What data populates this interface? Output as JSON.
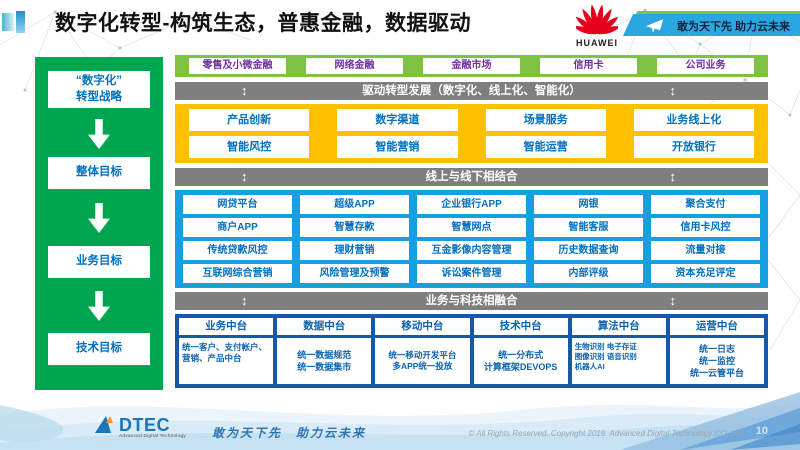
{
  "header": {
    "title": "数字化转型-构筑生态，普惠金融，数据驱动",
    "huawei_wordmark": "HUAWEI",
    "banner_tagline": "敢为天下先 助力云未来"
  },
  "sidebar": {
    "items": [
      "“数字化”\n转型战略",
      "整体目标",
      "业务目标",
      "技术目标"
    ]
  },
  "main": {
    "business_lines": [
      "零售及小微金融",
      "网络金融",
      "金融市场",
      "信用卡",
      "公司业务"
    ],
    "banner_drive": "驱动转型发展（数字化、线上化、智能化）",
    "capability_rows": [
      [
        "产品创新",
        "数字渠道",
        "场景服务",
        "业务线上化"
      ],
      [
        "智能风控",
        "智能营销",
        "智能运营",
        "开放银行"
      ]
    ],
    "banner_online": "线上与线下相结合",
    "scenario_rows": [
      [
        "网贷平台",
        "超级APP",
        "企业银行APP",
        "网银",
        "聚合支付"
      ],
      [
        "商户APP",
        "智慧存款",
        "智慧网点",
        "智能客服",
        "信用卡风控"
      ],
      [
        "传统贷款风控",
        "理财营销",
        "互金影像内容管理",
        "历史数据查询",
        "流量对接"
      ],
      [
        "互联网综合营销",
        "风险管理及预警",
        "诉讼案件管理",
        "内部评级",
        "资本充足评定"
      ]
    ],
    "banner_fusion": "业务与科技相融合",
    "platforms": [
      {
        "title": "业务中台",
        "detail": "统一客户、支付帐户、营销、产品中台"
      },
      {
        "title": "数据中台",
        "detail": "统一数据规范\n统一数据集市"
      },
      {
        "title": "移动中台",
        "detail": "统一移动开发平台\n多APP统一投放"
      },
      {
        "title": "技术中台",
        "detail": "统一分布式\n计算框架DEVOPS"
      },
      {
        "title": "算法中台",
        "detail": "生物识别 电子存证\n图像识别 语音识别\n机器人AI"
      },
      {
        "title": "运营中台",
        "detail": "统一日志\n统一监控\n统一云管平台"
      }
    ]
  },
  "footer": {
    "logo_name": "DTEC",
    "logo_sub": "Advanced Digital Technology",
    "tagline": "敢为天下先　助力云未来",
    "copyright": "© All Rights Reserved. Copyright 2019. Advanced Digital Technology CO.,Ltd",
    "page_number": "10"
  },
  "colors": {
    "sidebar_green": "#00A64F",
    "row_green": "#7FC241",
    "banner_gray": "#7F7F7F",
    "capability_yellow": "#FFC000",
    "scenario_blue": "#189FE1",
    "tech_dark_blue": "#1659A8",
    "box_text_blue": "#0070C0",
    "business_line_purple": "#7030A0",
    "huawei_red": "#E6001E",
    "top_banner_blue": "#29A7E0"
  }
}
